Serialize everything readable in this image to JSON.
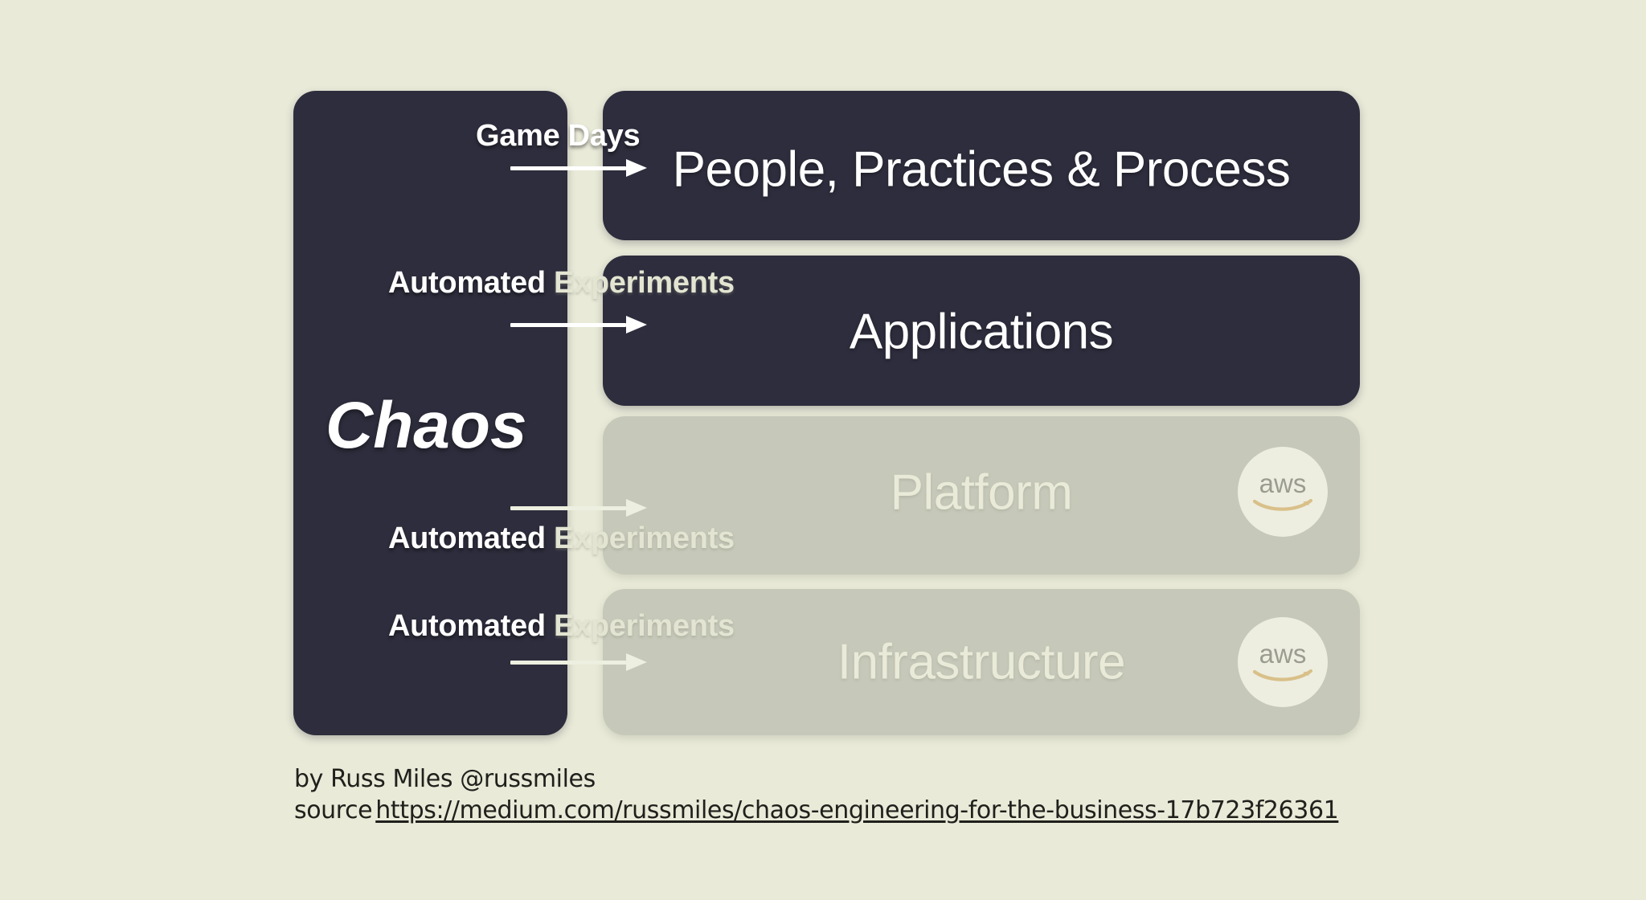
{
  "diagram": {
    "title": "Chaos Engineering for the Business",
    "chaos_label": "Chaos",
    "rows": [
      {
        "id": "people",
        "title": "People, Practices & Process",
        "arrow_label_bright": "Game Days",
        "arrow_label_faded": "",
        "tone": "dark",
        "has_aws_logo": false
      },
      {
        "id": "applications",
        "title": "Applications",
        "arrow_label_bright": "Automated",
        "arrow_label_faded": " Experiments",
        "tone": "dark",
        "has_aws_logo": false
      },
      {
        "id": "platform",
        "title": "Platform",
        "arrow_label_bright": "Automated",
        "arrow_label_faded": " Experiments",
        "tone": "grey",
        "has_aws_logo": true
      },
      {
        "id": "infrastructure",
        "title": "Infrastructure",
        "arrow_label_bright": "Automated",
        "arrow_label_faded": " Experiments",
        "tone": "grey",
        "has_aws_logo": true
      }
    ],
    "aws_logo": {
      "wordmark": "aws",
      "name": "aws-logo"
    }
  },
  "attribution": {
    "author_line": "by Russ Miles  @russmiles",
    "source_prefix": "source",
    "source_url": "https://medium.com/russmiles/chaos-engineering-for-the-business-17b723f26361"
  },
  "colors": {
    "background": "#E9EAD8",
    "panel_dark": "#2D2D3D",
    "panel_grey": "#C6C8B9",
    "text_on_dark": "#FFFFFF",
    "text_on_grey": "#E9EAD8",
    "aws_badge_bg": "#EDEEE0",
    "aws_wordmark": "#9B9C90",
    "aws_swoosh": "#D9C089",
    "attribution_text": "#20201C"
  }
}
